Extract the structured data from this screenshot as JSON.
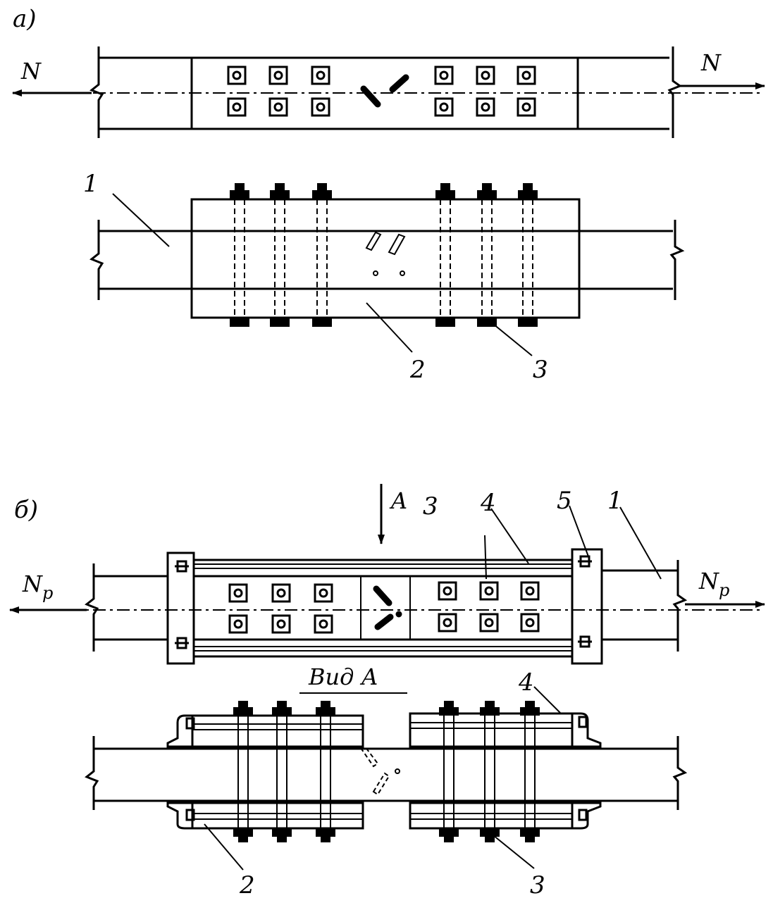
{
  "figure_a": {
    "panel_label": "а)",
    "force_left": "N",
    "force_right": "N",
    "callout_1": "1",
    "callout_2": "2",
    "callout_3": "3"
  },
  "figure_b": {
    "panel_label": "б)",
    "force_left": "N",
    "force_left_sub": "p",
    "force_right": "N",
    "force_right_sub": "p",
    "view_arrow_label": "A",
    "view_caption": "Вид А",
    "callout_3_top": "3",
    "callout_4_top": "4",
    "callout_5": "5",
    "callout_1": "1",
    "callout_4_bottom": "4",
    "callout_2": "2",
    "callout_3_bottom": "3"
  },
  "colors": {
    "ink": "#000000",
    "paper": "#ffffff"
  }
}
